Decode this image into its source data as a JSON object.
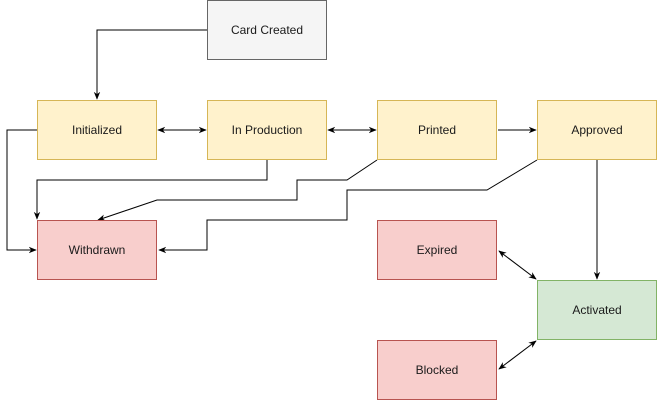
{
  "diagram": {
    "nodes": {
      "card_created": {
        "label": "Card Created",
        "color": "#f5f5f5"
      },
      "initialized": {
        "label": "Initialized",
        "color": "#fff2cc"
      },
      "in_production": {
        "label": "In Production",
        "color": "#fff2cc"
      },
      "printed": {
        "label": "Printed",
        "color": "#fff2cc"
      },
      "approved": {
        "label": "Approved",
        "color": "#fff2cc"
      },
      "withdrawn": {
        "label": "Withdrawn",
        "color": "#f8cecc"
      },
      "expired": {
        "label": "Expired",
        "color": "#f8cecc"
      },
      "activated": {
        "label": "Activated",
        "color": "#d5e8d4"
      },
      "blocked": {
        "label": "Blocked",
        "color": "#f8cecc"
      }
    },
    "edges": [
      {
        "from": "card_created",
        "to": "initialized",
        "direction": "forward"
      },
      {
        "from": "initialized",
        "to": "in_production",
        "direction": "both"
      },
      {
        "from": "in_production",
        "to": "printed",
        "direction": "both"
      },
      {
        "from": "printed",
        "to": "approved",
        "direction": "forward"
      },
      {
        "from": "initialized",
        "to": "withdrawn",
        "direction": "forward"
      },
      {
        "from": "in_production",
        "to": "withdrawn",
        "direction": "forward"
      },
      {
        "from": "printed",
        "to": "withdrawn",
        "direction": "forward"
      },
      {
        "from": "approved",
        "to": "withdrawn",
        "direction": "forward"
      },
      {
        "from": "approved",
        "to": "activated",
        "direction": "forward"
      },
      {
        "from": "expired",
        "to": "activated",
        "direction": "both"
      },
      {
        "from": "blocked",
        "to": "activated",
        "direction": "both"
      }
    ]
  }
}
